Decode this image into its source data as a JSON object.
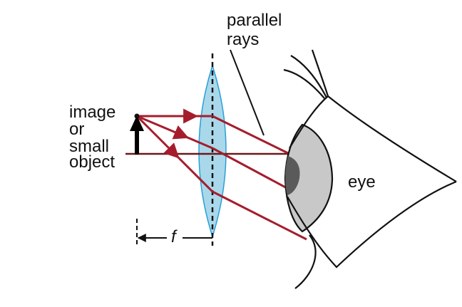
{
  "labels": {
    "parallel_line1": "parallel",
    "parallel_line2": "rays",
    "object_line1": "image",
    "object_line2": "or",
    "object_line3": "small",
    "object_line4": "object",
    "focal_length": "f",
    "eye": "eye"
  },
  "colors": {
    "ray": "#a51d2d",
    "axis": "#6b1a1a",
    "lens_fill": "#a9d8ea",
    "lens_stroke": "#2a9fd6",
    "sclera_lens": "#c8c8c8",
    "pupil": "#5a5a5a",
    "ink": "#111111"
  },
  "icons": {
    "object": "arrow-up-icon",
    "lens": "convex-lens-icon",
    "eye": "eye-icon"
  }
}
